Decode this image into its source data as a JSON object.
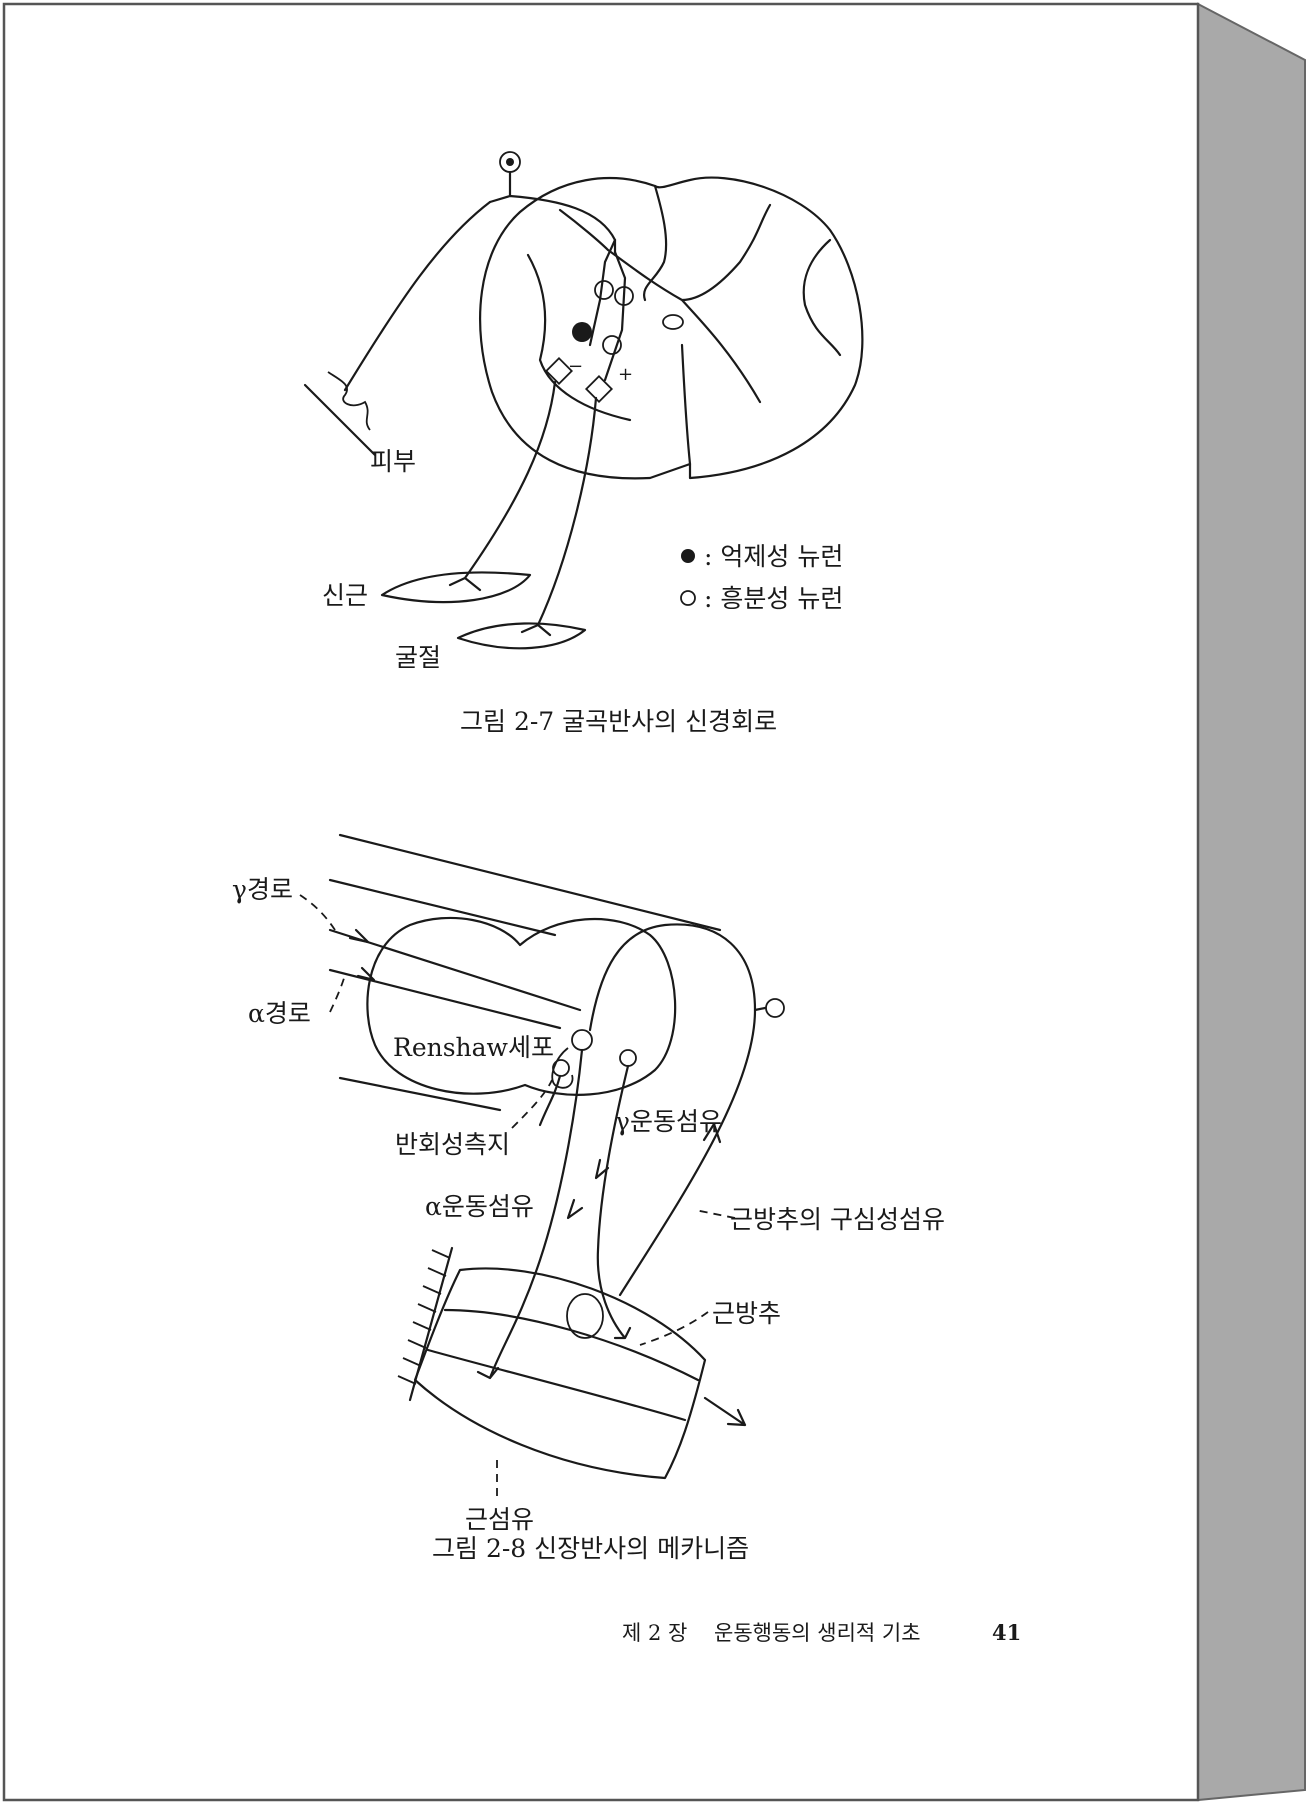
{
  "figure1": {
    "labels": {
      "skin": "피부",
      "extensor": "신근",
      "flexor": "굴절"
    },
    "legend": [
      {
        "symbol": "●",
        "text": ": 억제성 뉴런"
      },
      {
        "symbol": "○",
        "text": ": 흥분성 뉴런"
      }
    ],
    "signs": {
      "minus": "−",
      "plus": "+"
    },
    "caption": "그림 2-7 굴곡반사의 신경회로"
  },
  "figure2": {
    "labels": {
      "gamma_path": "γ경로",
      "alpha_path": "α경로",
      "renshaw": "Renshaw세포",
      "recurrent": "반회성측지",
      "gamma_fiber": "γ운동섬유",
      "alpha_fiber": "α운동섬유",
      "spindle_afferent": "근방추의 구심성섬유",
      "spindle": "근방추",
      "muscle_fiber": "근섬유"
    },
    "caption": "그림 2-8 신장반사의 메카니즘"
  },
  "footer": {
    "chapter": "제 2 장",
    "title": "운동행동의 생리적 기초",
    "page_number": "41"
  }
}
